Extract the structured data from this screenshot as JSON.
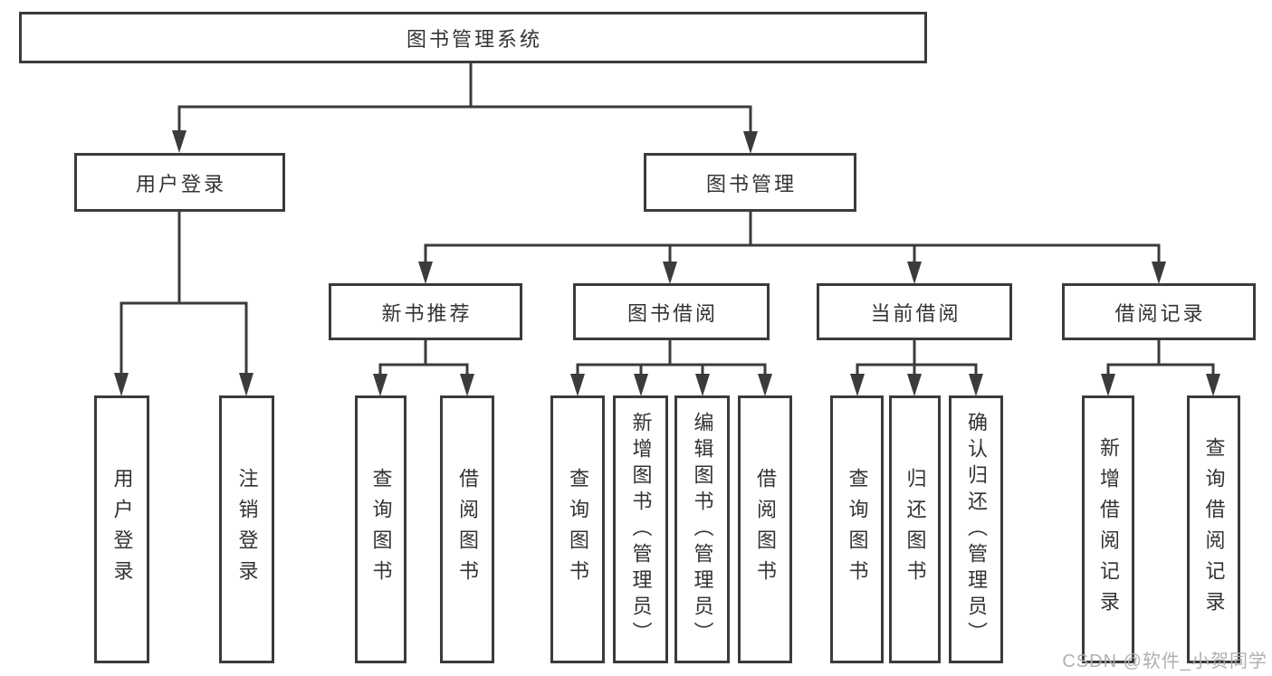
{
  "diagram": {
    "title_node": "图书管理系统",
    "level2": {
      "user_login": "用户登录",
      "book_management": "图书管理"
    },
    "level3": {
      "new_book_recommend": "新书推荐",
      "book_borrow": "图书借阅",
      "current_borrow": "当前借阅",
      "borrow_records": "借阅记录"
    },
    "leaves": {
      "ul_user_login": "用户登录",
      "ul_logout": "注销登录",
      "nb_query_books": "查询图书",
      "nb_borrow_books": "借阅图书",
      "bb_query_books": "查询图书",
      "bb_add_books": "新增图书（管理员）",
      "bb_edit_books": "编辑图书（管理员）",
      "bb_borrow_books": "借阅图书",
      "cb_query_books": "查询图书",
      "cb_return_books": "归还图书",
      "cb_confirm_return": "确认归还（管理员）",
      "br_add_record": "新增借阅记录",
      "br_query_record": "查询借阅记录"
    }
  },
  "watermark": "CSDN @软件_小贺同学",
  "colors": {
    "line": "#3b3b3b",
    "border": "#3b3b3b",
    "text": "#333333",
    "watermark": "#acacac",
    "background": "#ffffff"
  }
}
